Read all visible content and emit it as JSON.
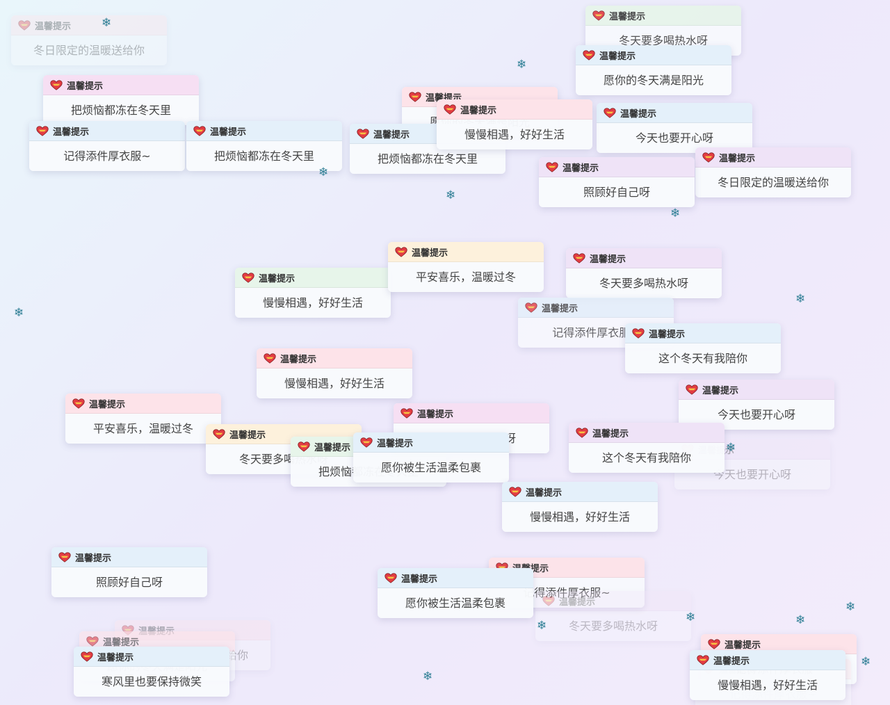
{
  "colors": {
    "background": "#eef2fb",
    "heart_red": "#e23c43",
    "heart_yellow": "#f6c343",
    "snowflake": "#2f7f95",
    "header_palette": [
      "#f6dff3",
      "#e4f0fa",
      "#fde3e9",
      "#fdf1dc",
      "#e7f5ea",
      "#efe3f7"
    ]
  },
  "icons": {
    "tip": "heart-icon",
    "decor": "snowflake-icon"
  },
  "tips": [
    {
      "title": "温馨提示",
      "message": "冬日限定的温暖送给你"
    },
    {
      "title": "温馨提示",
      "message": "冬天要多喝热水呀"
    },
    {
      "title": "温馨提示",
      "message": "愿你的冬天满是阳光"
    },
    {
      "title": "温馨提示",
      "message": "把烦恼都冻在冬天里"
    },
    {
      "title": "温馨提示",
      "message": "记得添件厚衣服~"
    },
    {
      "title": "温馨提示",
      "message": "把烦恼都冻在冬天里"
    },
    {
      "title": "温馨提示",
      "message": "愿你的冬天满是阳光"
    },
    {
      "title": "温馨提示",
      "message": "把烦恼都冻在冬天里"
    },
    {
      "title": "温馨提示",
      "message": "今天也要开心呀"
    },
    {
      "title": "温馨提示",
      "message": "慢慢相遇，好好生活"
    },
    {
      "title": "温馨提示",
      "message": "冬日限定的温暖送给你"
    },
    {
      "title": "温馨提示",
      "message": "照顾好自己呀"
    },
    {
      "title": "温馨提示",
      "message": "慢慢相遇，好好生活"
    },
    {
      "title": "温馨提示",
      "message": "平安喜乐，温暖过冬"
    },
    {
      "title": "温馨提示",
      "message": "冬天要多喝热水呀"
    },
    {
      "title": "温馨提示",
      "message": "记得添件厚衣服~"
    },
    {
      "title": "温馨提示",
      "message": "慢慢相遇，好好生活"
    },
    {
      "title": "温馨提示",
      "message": "这个冬天有我陪你"
    },
    {
      "title": "温馨提示",
      "message": "平安喜乐，温暖过冬"
    },
    {
      "title": "温馨提示",
      "message": "冬天要多喝热水呀"
    },
    {
      "title": "温馨提示",
      "message": "今天也要开心呀"
    },
    {
      "title": "温馨提示",
      "message": "把烦恼都冻在冬天里"
    },
    {
      "title": "温馨提示",
      "message": "冬天要多喝热水呀"
    },
    {
      "title": "温馨提示",
      "message": "愿你被生活温柔包裹"
    },
    {
      "title": "温馨提示",
      "message": "今天也要开心呀"
    },
    {
      "title": "温馨提示",
      "message": "这个冬天有我陪你"
    },
    {
      "title": "温馨提示",
      "message": "慢慢相遇，好好生活"
    },
    {
      "title": "温馨提示",
      "message": "照顾好自己呀"
    },
    {
      "title": "温馨提示",
      "message": "记得添件厚衣服~"
    },
    {
      "title": "温馨提示",
      "message": "冬天要多喝热水呀"
    },
    {
      "title": "温馨提示",
      "message": "愿你被生活温柔包裹"
    },
    {
      "title": "温馨提示",
      "message": "冬日限定的温暖送给你"
    },
    {
      "title": "温馨提示",
      "message": "愿你的冬天满是阳光"
    },
    {
      "title": "温馨提示",
      "message": "寒风里也要保持微笑"
    },
    {
      "title": "温馨提示",
      "message": "记得添件厚衣服~"
    },
    {
      "title": "温馨提示",
      "message": "记得添件厚衣服~"
    },
    {
      "title": "温馨提示",
      "message": "慢慢相遇，好好生活"
    }
  ]
}
